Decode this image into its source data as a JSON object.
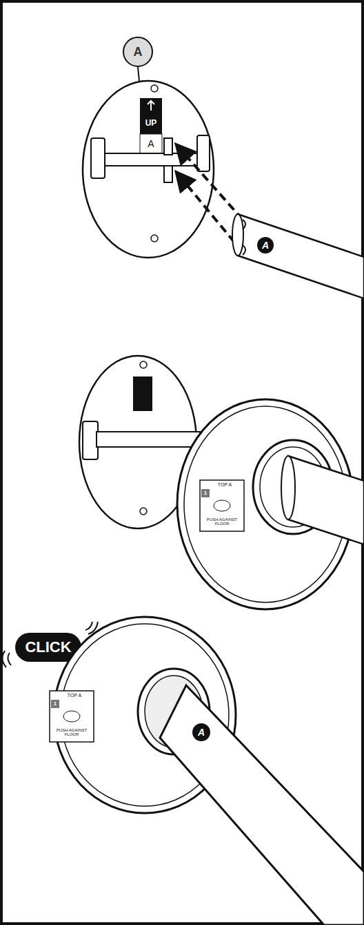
{
  "diagram": {
    "nodes": [
      {
        "text": [
          "A"
        ]
      }
    ],
    "labels": [
      "UP",
      "A",
      "A",
      "TOP A",
      "1",
      "PUSH AGAINST FLOOR",
      "CLICK",
      "TOP A",
      "1",
      "PUSH AGAINST FLOOR",
      "A"
    ]
  }
}
